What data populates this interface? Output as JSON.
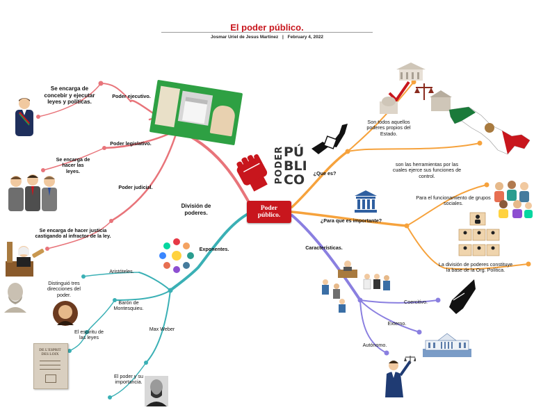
{
  "header": {
    "title": "El poder público.",
    "author": "Josmar Uriel de Jesus Martinez",
    "separator": "|",
    "date": "February 4, 2022"
  },
  "logo": {
    "word_top": "PODER",
    "word_right_1": "PÚ",
    "word_right_2": "BLI",
    "word_right_3": "CO"
  },
  "center": {
    "line1": "Poder",
    "line2": "público."
  },
  "colors": {
    "title_red": "#c8161d",
    "branch_red": "#e8747a",
    "branch_teal": "#3ab0b5",
    "branch_orange": "#f6a23c",
    "branch_purple": "#8a7fe0"
  },
  "left_top": {
    "division": "División de poderes.",
    "ejecutivo": "Poder ejecutivo.",
    "ejecutivo_desc": "Se encarga de concebir y ejecutar leyes y políticas.",
    "legislativo": "Poder legislativo.",
    "legislativo_desc": "Se encarga de hacer las leyes.",
    "judicial": "Poder judicial.",
    "judicial_desc": "Se encarga de hacer justicia castigando al infractor de la ley."
  },
  "left_bottom": {
    "exponentes": "Exponentes.",
    "aristoteles": "Aristóteles.",
    "aristoteles_desc": "Distinguió tres direcciones del poder.",
    "montesquieu": "Barón de Montesquieu.",
    "montesquieu_desc": "El espíritu de las leyes",
    "weber": "Max Weber",
    "weber_desc": "El poder y su importancia.",
    "book_title": "DE L'ESPRIT DES LOIX"
  },
  "right_top": {
    "que_es": "¿Que es?",
    "que_es_1": "Son todos aquellos poderes propios del Estado.",
    "que_es_2": "son las herramientas por las cuales ejerce sus funciones de control.",
    "importante": "¿Para que es importante?",
    "importante_1": "Para el funcionamiento de grupos sociales.",
    "importante_2": "La división de poderes constituye la base de la Org. Política."
  },
  "right_bottom": {
    "caracteristicas": "Características.",
    "coercitivo": "Coercitivo.",
    "externo": "Externo.",
    "autonomo": "Autónomo."
  },
  "icons": [
    "official-figure-icon",
    "politicians-group-icon",
    "judge-icon",
    "aristotle-bust-icon",
    "montesquieu-portrait-icon",
    "weber-portrait-icon",
    "hands-circle-icon",
    "government-buildings-icon",
    "mexico-map-icon",
    "justice-hands-icon",
    "institution-icon",
    "org-chart-icon",
    "people-group-icon",
    "courtroom-people-icon",
    "pointing-hand-icon",
    "white-house-icon",
    "lawyer-scale-icon",
    "executive-collage-icon"
  ]
}
